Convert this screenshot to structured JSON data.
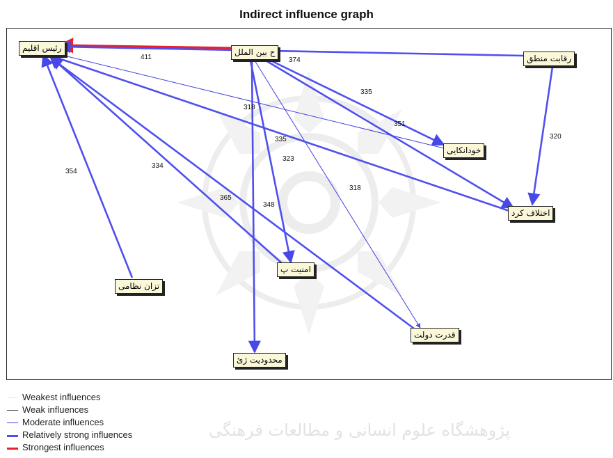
{
  "title": "Indirect influence graph",
  "nodes": [
    {
      "id": "raees",
      "label": "رئیس اقلیم"
    },
    {
      "id": "beinolmelal",
      "label": "ح بین الملل"
    },
    {
      "id": "reqabat",
      "label": "رقابت منطق"
    },
    {
      "id": "khodatkaei",
      "label": "خودانکایی"
    },
    {
      "id": "ekhtelaf",
      "label": "اختلاف کرد"
    },
    {
      "id": "amniyat",
      "label": "امنیت پ"
    },
    {
      "id": "tavazon",
      "label": "تزان نظامی"
    },
    {
      "id": "qodrat",
      "label": "قدرت دولت"
    },
    {
      "id": "mahdudiyat",
      "label": "محدودیت ژئ"
    }
  ],
  "edges": [
    {
      "from": "beinolmelal",
      "to": "raees",
      "weight": "411",
      "strength": "strongest"
    },
    {
      "from": "reqabat",
      "to": "raees",
      "weight": "374",
      "strength": "relatively_strong"
    },
    {
      "from": "beinolmelal",
      "to": "khodatkaei",
      "weight": "335",
      "strength": "relatively_strong"
    },
    {
      "from": "beinolmelal",
      "to": "ekhtelaf",
      "weight": "351",
      "strength": "relatively_strong"
    },
    {
      "from": "khodatkaei",
      "to": "raees",
      "weight": "318",
      "strength": "moderate"
    },
    {
      "from": "reqabat",
      "to": "ekhtelaf",
      "weight": "320",
      "strength": "relatively_strong"
    },
    {
      "from": "beinolmelal",
      "to": "amniyat",
      "weight": "335",
      "strength": "relatively_strong"
    },
    {
      "from": "beinolmelal",
      "to": "mahdudiyat",
      "weight": "323",
      "strength": "relatively_strong"
    },
    {
      "from": "beinolmelal",
      "to": "qodrat",
      "weight": "318",
      "strength": "moderate"
    },
    {
      "from": "tavazon",
      "to": "raees",
      "weight": "354",
      "strength": "relatively_strong"
    },
    {
      "from": "ekhtelaf",
      "to": "raees",
      "weight": "334",
      "strength": "relatively_strong"
    },
    {
      "from": "amniyat",
      "to": "raees",
      "weight": "365",
      "strength": "relatively_strong"
    },
    {
      "from": "qodrat",
      "to": "raees",
      "weight": "348",
      "strength": "relatively_strong"
    }
  ],
  "legend": [
    {
      "key": "weakest",
      "label": "Weakest influences",
      "color": "#e6e6e6"
    },
    {
      "key": "weak",
      "label": "Weak influences",
      "color": "#555555"
    },
    {
      "key": "moderate",
      "label": "Moderate influences",
      "color": "#4040e0"
    },
    {
      "key": "relatively_strong",
      "label": "Relatively strong influences",
      "color": "#4f4fef"
    },
    {
      "key": "strongest",
      "label": "Strongest influences",
      "color": "#e8202a"
    }
  ],
  "watermark_text": "پژوهشگاه علوم انسانی و مطالعات فرهنگی"
}
